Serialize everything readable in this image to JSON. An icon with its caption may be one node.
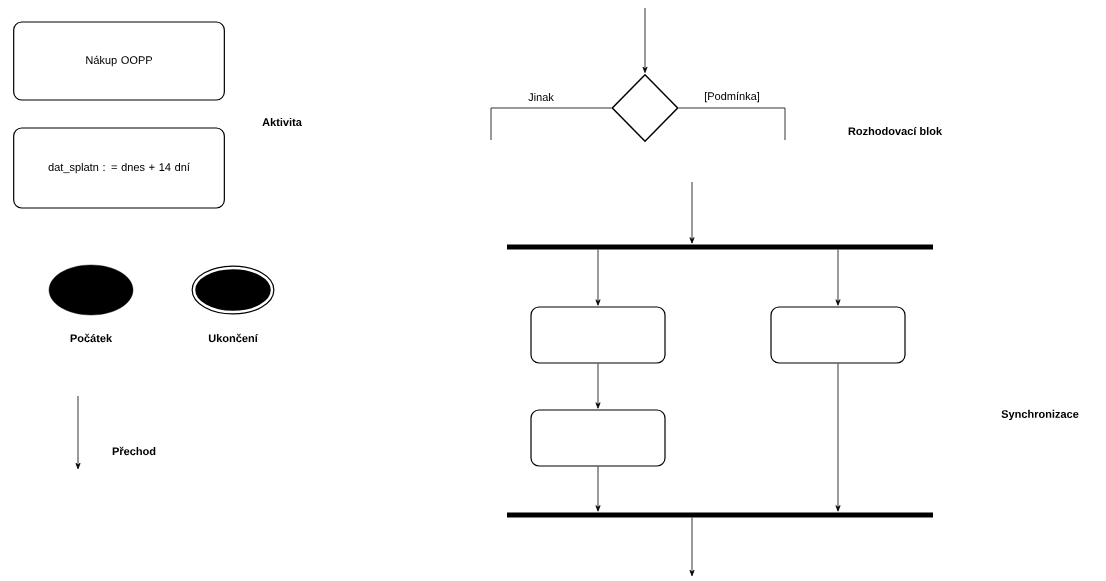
{
  "diagram": {
    "nodes": [
      {
        "text": [
          "Nákup OOPP"
        ]
      },
      {
        "text": [
          "dat_splatn : = dnes + 14 dní"
        ]
      },
      {
        "text": [],
        "shape": "circle",
        "beside": [
          "Počátek"
        ]
      },
      {
        "text": [],
        "shape": "circle",
        "beside": [
          "Ukončení"
        ]
      },
      {
        "text": [],
        "shape": "diamond"
      },
      {
        "text": [],
        "shape": "bar"
      },
      {
        "text": [],
        "shape": "box"
      },
      {
        "text": [],
        "shape": "box"
      },
      {
        "text": [],
        "shape": "box"
      },
      {
        "text": [],
        "shape": "bar"
      }
    ],
    "edges": [
      {
        "from": null,
        "to": 4,
        "arrow": "to"
      },
      {
        "from": 4,
        "to": null,
        "arrow": "none",
        "label": "Jinak"
      },
      {
        "from": 4,
        "to": null,
        "arrow": "none",
        "label": "[Podmínka]"
      },
      {
        "from": null,
        "to": 5,
        "arrow": "to"
      },
      {
        "from": 5,
        "to": 6,
        "arrow": "to"
      },
      {
        "from": 5,
        "to": 7,
        "arrow": "to"
      },
      {
        "from": 6,
        "to": 8,
        "arrow": "to"
      },
      {
        "from": 8,
        "to": 9,
        "arrow": "to"
      },
      {
        "from": 7,
        "to": 9,
        "arrow": "to"
      },
      {
        "from": 9,
        "to": null,
        "arrow": "to"
      }
    ],
    "labels": [
      "Aktivita",
      "Rozhodovací blok",
      "Přechod",
      "Synchronizace"
    ]
  }
}
